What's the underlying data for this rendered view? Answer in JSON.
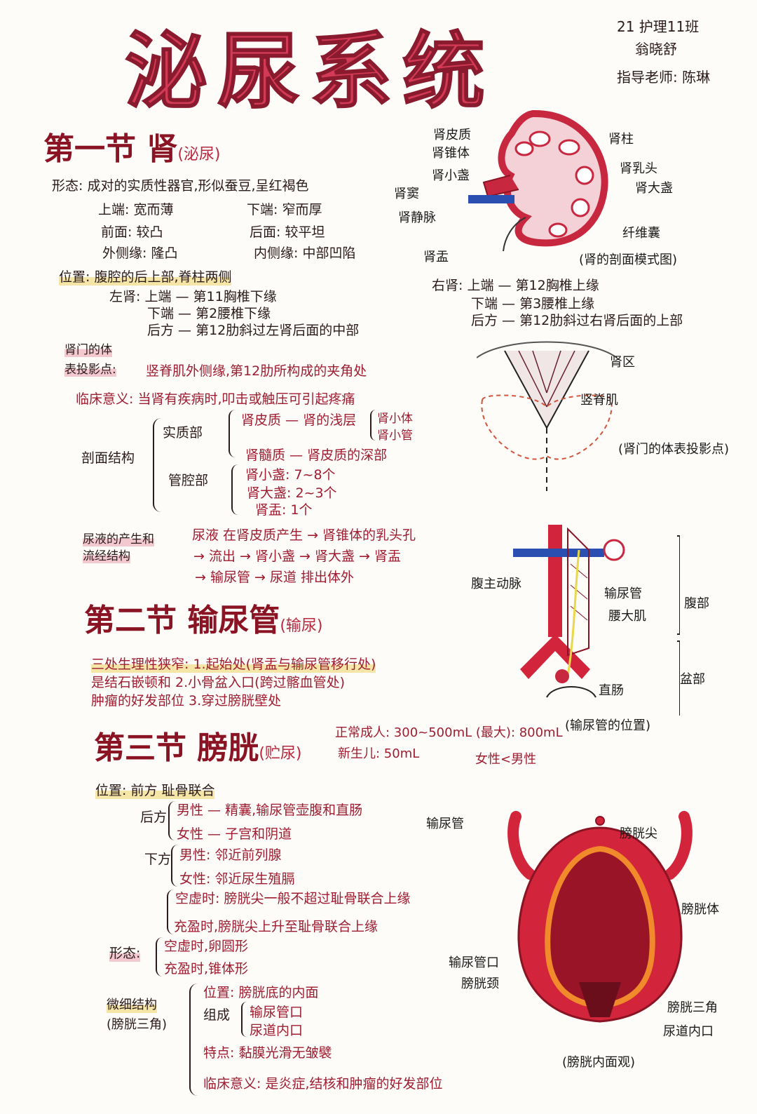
{
  "header": {
    "title": "泌尿系统",
    "class_line": "21 护理11班",
    "student": "翁晓舒",
    "teacher": "指导老师: 陈琳"
  },
  "kidney": {
    "heading": "第一节 肾",
    "heading_sub": "(泌尿)",
    "shape": "形态: 成对的实质性器官,形似蚕豆,呈红褐色",
    "top_end": "上端: 宽而薄",
    "bottom_end": "下端: 窄而厚",
    "front": "前面: 较凸",
    "back": "后面: 较平坦",
    "lateral": "外侧缘: 隆凸",
    "medial": "内侧缘: 中部凹陷",
    "position": "位置: 腹腔的后上部,脊柱两侧",
    "left_top": "左肾: 上端 — 第11胸椎下缘",
    "left_bottom": "下端 — 第2腰椎下缘",
    "left_back": "后方 — 第12肋斜过左肾后面的中部",
    "right_top": "右肾: 上端 — 第12胸椎上缘",
    "right_bottom": "下端 — 第3腰椎上缘",
    "right_back": "后方 — 第12肋斜过右肾后面的上部",
    "hilum_title_1": "肾门的体",
    "hilum_title_2": "表投影点:",
    "hilum_text": "竖脊肌外侧缘,第12肋所构成的夹角处",
    "clinical": "临床意义: 当肾有疾病时,叩击或触压可引起疼痛",
    "section_label": "剖面结构",
    "parenchyma": "实质部",
    "cortex": "肾皮质 — 肾的浅层",
    "corpuscle": "肾小体",
    "tubule": "肾小管",
    "medulla": "肾髓质 — 肾皮质的深部",
    "lumen": "管腔部",
    "minor_calyx": "肾小盏: 7~8个",
    "major_calyx": "肾大盏: 2~3个",
    "pelvis": "肾盂: 1个",
    "urine_title_1": "尿液的产生和",
    "urine_title_2": "流经结构",
    "urine_line1": "尿液 在肾皮质产生 → 肾锥体的乳头孔",
    "urine_line2": "→ 流出 → 肾小盏 → 肾大盏 → 肾盂",
    "urine_line3": "→ 输尿管 → 尿道 排出体外"
  },
  "kidney_diagram": {
    "labels": [
      "肾皮质",
      "肾锥体",
      "肾小盏",
      "肾窦",
      "肾静脉",
      "肾盂",
      "肾柱",
      "肾乳头",
      "肾大盏",
      "纤维囊"
    ],
    "caption": "(肾的剖面模式图)"
  },
  "back_diagram": {
    "labels": [
      "肾区",
      "竖脊肌"
    ],
    "caption": "(肾门的体表投影点)"
  },
  "ureter": {
    "heading": "第二节 输尿管",
    "heading_sub": "(输尿)",
    "line1": "三处生理性狭窄: 1.起始处(肾盂与输尿管移行处)",
    "line2": "是结石嵌顿和    2.小骨盆入口(跨过髂血管处)",
    "line3": "肿瘤的好发部位 3.穿过膀胱壁处"
  },
  "ureter_diagram": {
    "labels": [
      "腹主动脉",
      "输尿管",
      "腰大肌",
      "直肠",
      "腹部",
      "盆部"
    ],
    "caption": "(输尿管的位置)"
  },
  "bladder": {
    "heading": "第三节 膀胱",
    "heading_sub": "(贮尿)",
    "adult": "正常成人: 300~500mL (最大): 800mL",
    "newborn": "新生儿: 50mL",
    "gender": "女性<男性",
    "position": "位置: 前方 耻骨联合",
    "back_label": "后方",
    "back_male": "男性 — 精囊,输尿管壶腹和直肠",
    "back_female": "女性 — 子宫和阴道",
    "below_label": "下方",
    "below_male": "男性: 邻近前列腺",
    "below_female": "女性: 邻近尿生殖膈",
    "empty_pos": "空虚时: 膀胱尖一般不超过耻骨联合上缘",
    "full_pos": "充盈时,膀胱尖上升至耻骨联合上缘",
    "shape_label": "形态:",
    "empty_shape": "空虚时,卵圆形",
    "full_shape": "充盈时,锥体形",
    "micro_1": "微细结构",
    "micro_2": "(膀胱三角)",
    "micro_pos": "位置: 膀胱底的内面",
    "micro_comp": "组成",
    "comp_ureter": "输尿管口",
    "comp_urethra": "尿道内口",
    "micro_feat": "特点: 黏膜光滑无皱襞",
    "micro_clinical": "临床意义: 是炎症,结核和肿瘤的好发部位"
  },
  "bladder_diagram": {
    "labels": [
      "输尿管",
      "膀胱尖",
      "膀胱体",
      "输尿管口",
      "膀胱颈",
      "膀胱三角",
      "尿道内口"
    ],
    "caption": "(膀胱内面观)"
  }
}
